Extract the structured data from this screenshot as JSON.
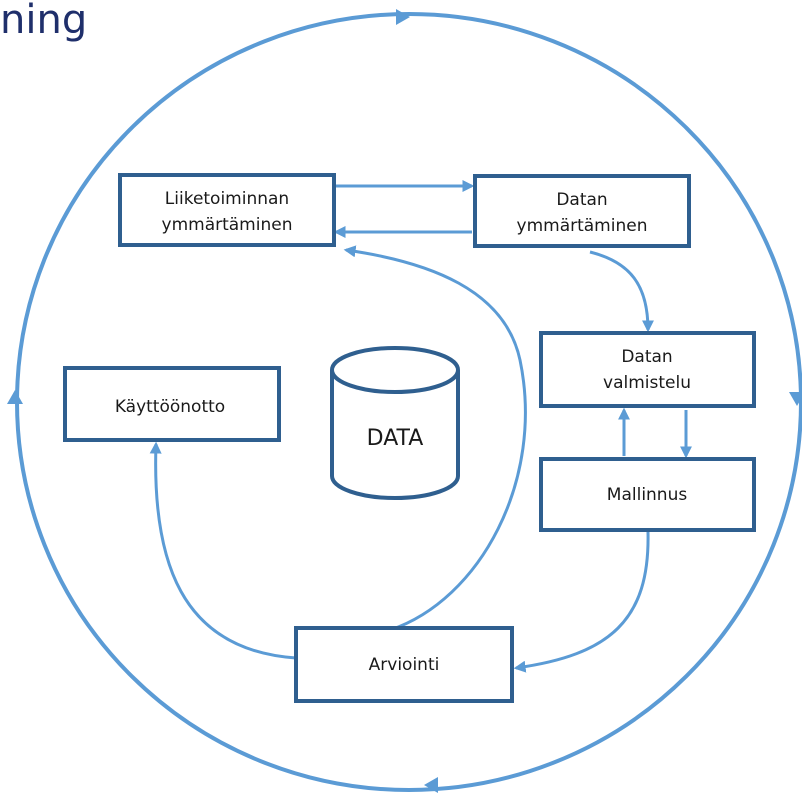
{
  "title_fragment": "ning",
  "nodes": {
    "business_understanding": [
      "Liiketoiminnan",
      "ymmärtäminen"
    ],
    "data_understanding": [
      "Datan",
      "ymmärtäminen"
    ],
    "data_preparation": [
      "Datan",
      "valmistelu"
    ],
    "modeling": [
      "Mallinnus"
    ],
    "evaluation": [
      "Arviointi"
    ],
    "deployment": [
      "Käyttöönotto"
    ]
  },
  "data_store_label": "DATA",
  "colors": {
    "box_border": "#2f5f8f",
    "arrow": "#5b9bd5",
    "title_text": "#1f2f6b"
  }
}
